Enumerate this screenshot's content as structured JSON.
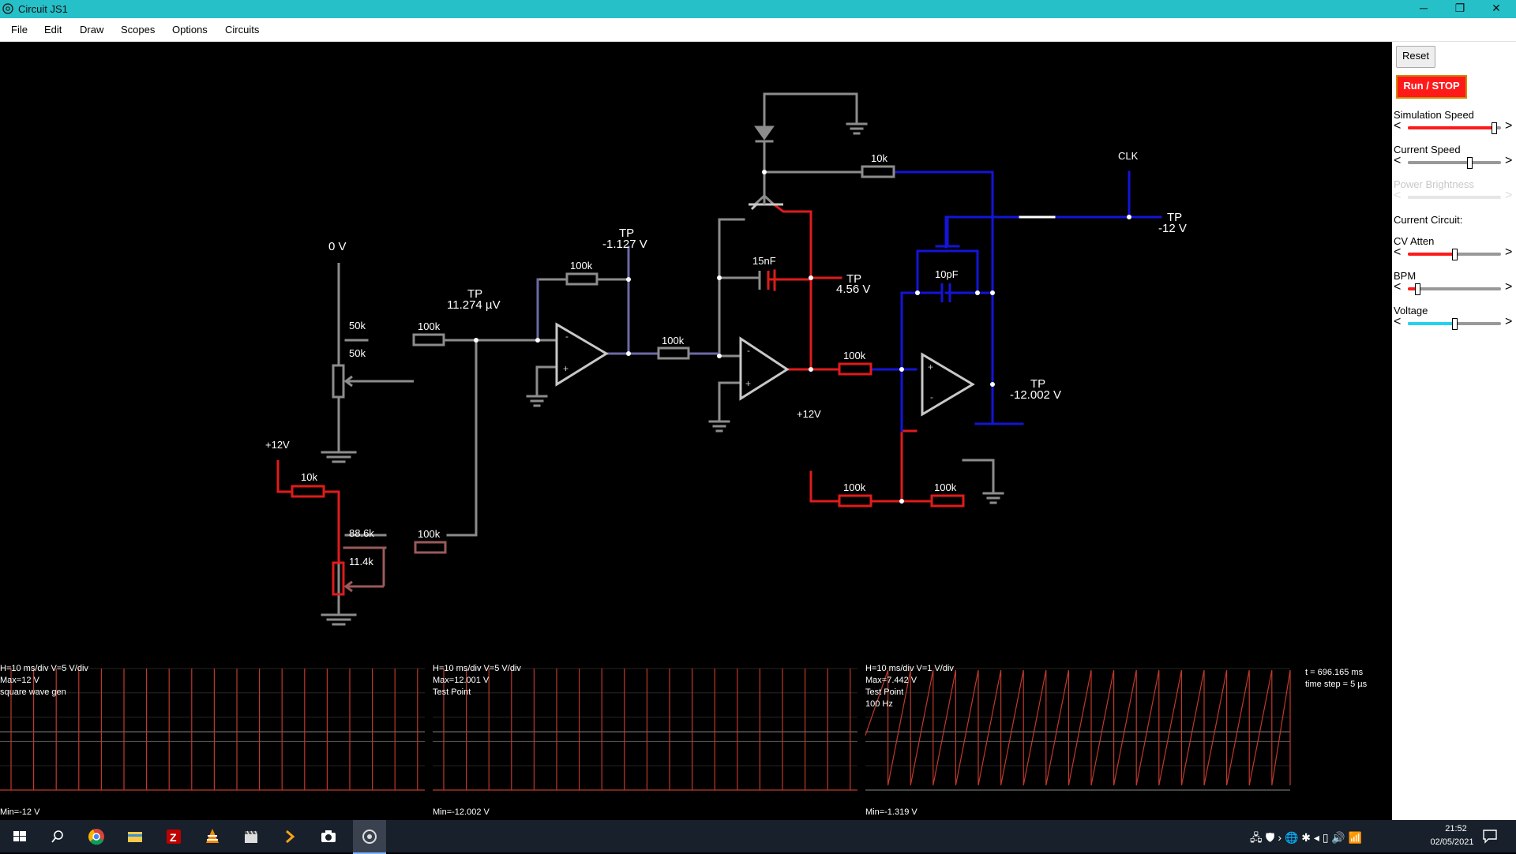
{
  "window": {
    "title": "Circuit JS1",
    "minimize_glyph": "─",
    "maximize_glyph": "❐",
    "close_glyph": "✕"
  },
  "menu": [
    "File",
    "Edit",
    "Draw",
    "Scopes",
    "Options",
    "Circuits"
  ],
  "sidebar": {
    "reset_label": "Reset",
    "run_label": "Run / STOP",
    "current_circuit_label": "Current Circuit:",
    "sliders": [
      {
        "label": "Simulation Speed",
        "value": 0.92,
        "color": "#ff1a1a",
        "enabled": true
      },
      {
        "label": "Current Speed",
        "value": 0.66,
        "color": "#999999",
        "enabled": true
      },
      {
        "label": "Power Brightness",
        "value": 0.5,
        "color": "#e6e6e6",
        "enabled": false
      },
      {
        "label": "CV Atten",
        "value": 0.5,
        "color": "#ff1a1a",
        "enabled": true
      },
      {
        "label": "BPM",
        "value": 0.1,
        "color": "#ff1a1a",
        "enabled": true
      },
      {
        "label": "Voltage",
        "value": 0.5,
        "color": "#22d3ee",
        "enabled": true
      }
    ],
    "arrow_left": "<",
    "arrow_right": ">"
  },
  "circuit": {
    "labels": {
      "zero_v": "0 V",
      "tp1_title": "TP",
      "tp1_value": "11.274 µV",
      "tp2_title": "TP",
      "tp2_value": "-1.127 V",
      "tp3_title": "TP",
      "tp3_value": "4.56 V",
      "tp4_title": "TP",
      "tp4_value": "-12.002 V",
      "tp5_title": "TP",
      "tp5_value": "-12 V",
      "clk": "CLK",
      "plus12_a": "+12V",
      "plus12_b": "+12V",
      "r_10k_a": "10k",
      "r_10k_b": "10k",
      "r_100k_1": "100k",
      "r_100k_2": "100k",
      "r_100k_3": "100k",
      "r_100k_4": "100k",
      "r_100k_5": "100k",
      "r_100k_6": "100k",
      "r_100k_7": "100k",
      "pot1_top": "50k",
      "pot1_bottom": "50k",
      "pot2_top": "88.6k",
      "pot2_bottom": "11.4k",
      "c_15nf": "15nF",
      "c_10pf": "10pF"
    },
    "colors": {
      "grey_wire": "#8c8c8c",
      "red_wire": "#e01b1b",
      "blue_wire": "#1414d8",
      "purple_wire": "#6a6aa8"
    }
  },
  "scopes": [
    {
      "line1": "H=10 ms/div V=5 V/div",
      "line2": "Max=12 V",
      "line3": "square wave gen",
      "line4": "",
      "min": "Min=-12 V"
    },
    {
      "line1": "H=10 ms/div V=5 V/div",
      "line2": "Max=12.001 V",
      "line3": "Test Point",
      "line4": "",
      "min": "Min=-12.002 V"
    },
    {
      "line1": "H=10 ms/div V=1 V/div",
      "line2": "Max=7.442 V",
      "line3": "Test Point",
      "line4": "100 Hz",
      "min": "Min=-1.319 V"
    }
  ],
  "sim_info": {
    "time": "t = 696.165 ms",
    "step": "time step = 5 µs"
  },
  "taskbar": {
    "icons": [
      "windows-start-icon",
      "search-icon",
      "chrome-icon",
      "file-explorer-icon",
      "filezilla-icon",
      "vlc-icon",
      "clapperboard-icon",
      "chevron-app-icon",
      "camera-icon",
      "circuitjs-icon"
    ],
    "clock_time": "21:52",
    "clock_date": "02/05/2021"
  }
}
